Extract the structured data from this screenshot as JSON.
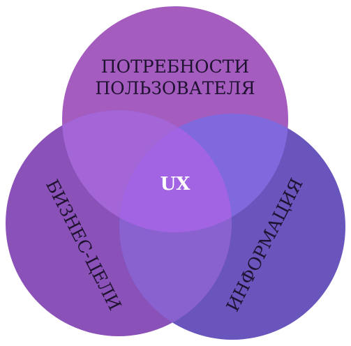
{
  "diagram": {
    "top_label_line1": "ПОТРЕБНОСТИ",
    "top_label_line2": "ПОЛЬЗОВАТЕЛЯ",
    "left_label": "БИЗНЕС-ЦЕЛИ",
    "right_label": "ИНФОРМАЦИЯ",
    "center_label": "UX",
    "colors": {
      "top_circle": "#a45cbf",
      "left_circle": "#8a52b8",
      "right_circle": "#6a55bd",
      "top_left_overlap": "#a466d6",
      "top_right_overlap": "#7f69dc",
      "left_right_overlap": "#8a62cf",
      "center_overlap": "#a264e2",
      "label_text": "#1f1230",
      "center_text": "#ffffff"
    }
  }
}
